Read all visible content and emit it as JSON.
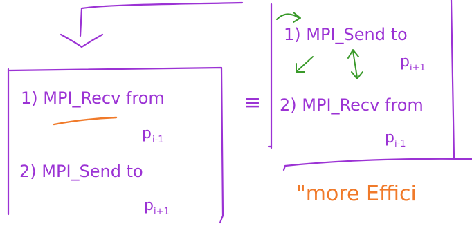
{
  "colors": {
    "ink_purple": "#9b32d4",
    "ink_green": "#3a9a2a",
    "ink_orange": "#f07a2a",
    "background": "#ffffff"
  },
  "left_box": {
    "step1_line1": "1) MPI_Recv from",
    "step1_line2": "p",
    "step1_sub": "i-1",
    "step2_line1": "2) MPI_Send to",
    "step2_line2": "p",
    "step2_sub": "i+1"
  },
  "equivalence_symbol": "≡",
  "right_box": {
    "step1_line1": "1) MPI_Send to",
    "step1_line2": "p",
    "step1_sub": "i+1",
    "step2_line1": "2) MPI_Recv from",
    "step2_line2": "p",
    "step2_sub": "i-1"
  },
  "note": "\"more Effici"
}
